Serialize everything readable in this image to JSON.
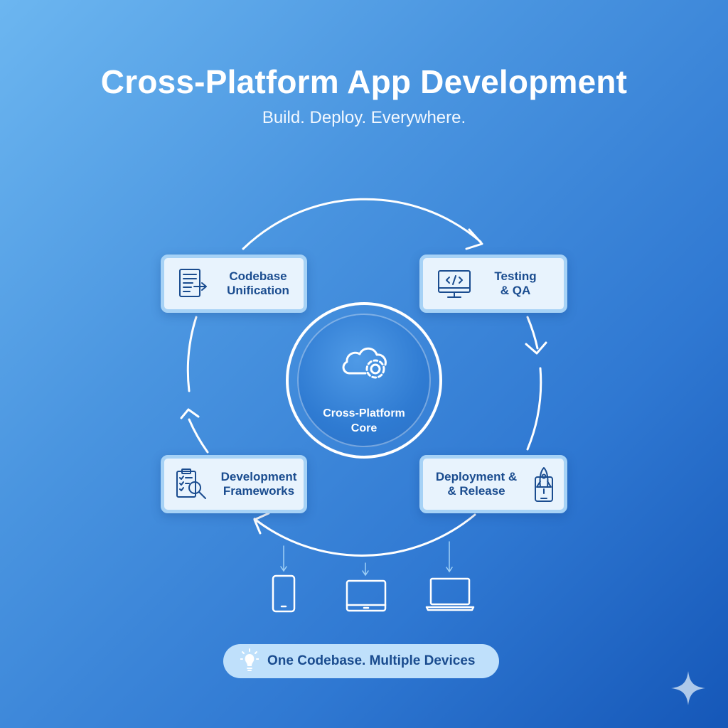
{
  "header": {
    "title": "Cross-Platform App Development",
    "subtitle": "Build. Deploy. Everywhere."
  },
  "core": {
    "label_line1": "Cross-Platform",
    "label_line2": "Core",
    "icon": "cloud-gear-icon"
  },
  "nodes": [
    {
      "line1": "Codebase",
      "line2": "Unification",
      "icon": "document-arrow-icon"
    },
    {
      "line1": "Testing",
      "line2": "& QA",
      "icon": "monitor-code-icon"
    },
    {
      "line1": "Deployment &",
      "line2": "& Release",
      "icon": "rocket-phone-icon"
    },
    {
      "line1": "Development",
      "line2": "Frameworks",
      "icon": "checklist-magnifier-icon"
    }
  ],
  "devices": [
    {
      "icon": "smartphone-icon"
    },
    {
      "icon": "tablet-icon"
    },
    {
      "icon": "laptop-icon"
    }
  ],
  "footer": {
    "tagline": "One Codebase. Multiple Devices",
    "icon": "lightbulb-icon"
  },
  "colors": {
    "background_top": "#6cb6f0",
    "background_bottom": "#1557b8",
    "node_fill": "#e8f3fd",
    "node_border": "#a6d2f6",
    "node_text": "#1a4c8f",
    "tagline_fill": "#bfe0fb"
  }
}
